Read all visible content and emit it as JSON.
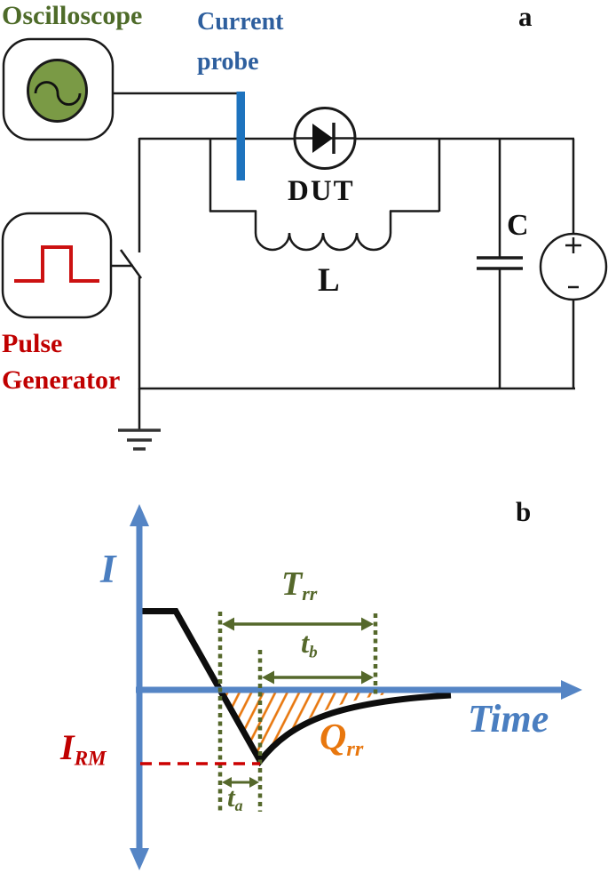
{
  "figure": {
    "panel_a_tag": "a",
    "panel_b_tag": "b"
  },
  "circuit": {
    "oscilloscope_label": "Oscilloscope",
    "current_probe_line1": "Current",
    "current_probe_line2": "probe",
    "dut_label": "DUT",
    "inductor_label": "L",
    "capacitor_label": "C",
    "pulse_generator_line1": "Pulse",
    "pulse_generator_line2": "Generator"
  },
  "waveform": {
    "y_axis_label": "I",
    "x_axis_label": "Time",
    "trr": {
      "main": "T",
      "sub": "rr"
    },
    "tb": {
      "main": "t",
      "sub": "b"
    },
    "ta": {
      "main": "t",
      "sub": "a"
    },
    "irm": {
      "main": "I",
      "sub": "RM"
    },
    "qrr": {
      "main": "Q",
      "sub": "rr"
    }
  },
  "icons": {
    "oscilloscope_screen": "sine-wave-icon",
    "pulse_generator": "square-pulse-icon",
    "diode": "diode-symbol",
    "capacitor": "capacitor-symbol",
    "voltage_source": "dc-source-plus-minus",
    "ground": "earth-ground-symbol"
  },
  "colors": {
    "wire_black": "#1a1a1a",
    "probe_blue": "#1e73be",
    "label_blue": "#2e5f9e",
    "axis_blue": "#5585c5",
    "axis_label_blue": "#4a7ec0",
    "olive_green_text": "#4e6b29",
    "olive_green_marks": "#55682b",
    "oscilloscope_green": "#7a9a45",
    "pulse_red": "#cc1111",
    "irm_red": "#c00000",
    "qrr_orange": "#e8770e"
  }
}
